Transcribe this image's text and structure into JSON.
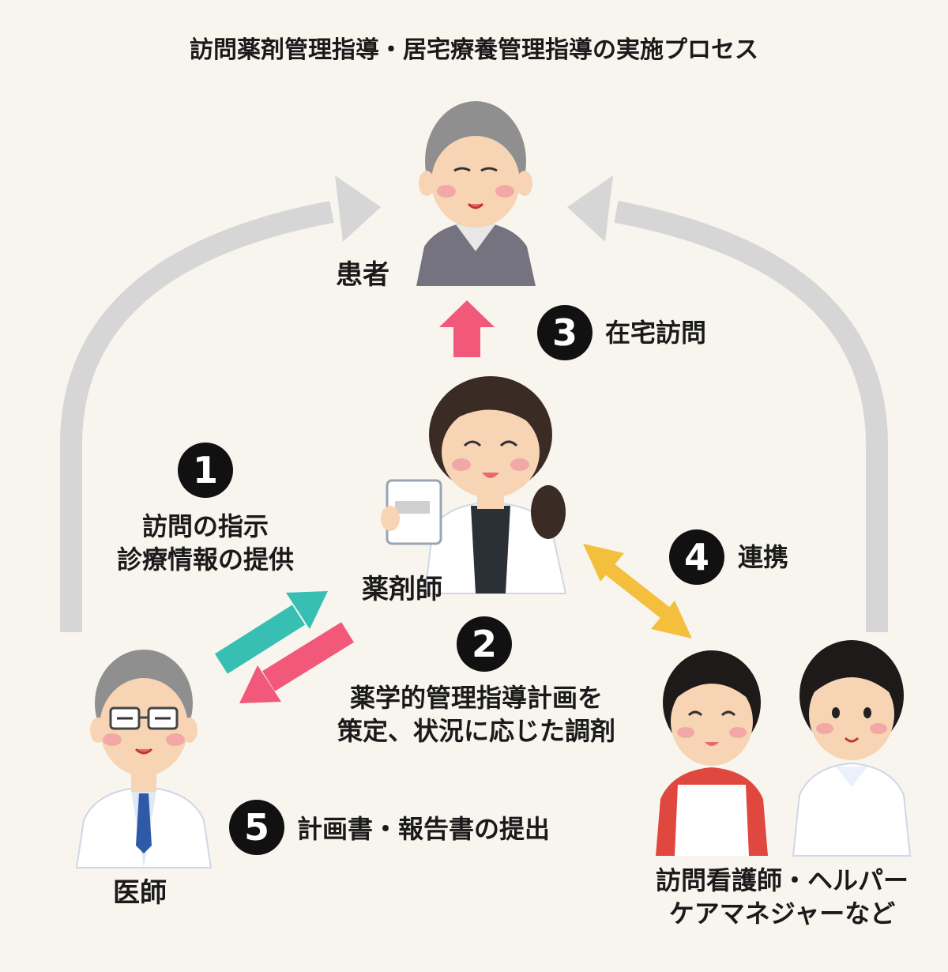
{
  "title": "訪問薬剤管理指導・居宅療養管理指導の実施プロセス",
  "nodes": {
    "patient": "患者",
    "pharmacist": "薬剤師",
    "doctor": "医師",
    "care_team_line1": "訪問看護師・ヘルパー",
    "care_team_line2": "ケアマネジャーなど"
  },
  "steps": [
    {
      "number": "1",
      "line1": "訪問の指示",
      "line2": "診療情報の提供"
    },
    {
      "number": "2",
      "line1": "薬学的管理指導計画を",
      "line2": "策定、状況に応じた調剤"
    },
    {
      "number": "3",
      "label": "在宅訪問"
    },
    {
      "number": "4",
      "label": "連携"
    },
    {
      "number": "5",
      "label": "計画書・報告書の提出"
    }
  ],
  "colors": {
    "background": "#f8f5ef",
    "gray_arrow": "#d6d6d6",
    "pink_arrow": "#f2587a",
    "teal_arrow": "#36bfb2",
    "yellow_arrow": "#f4bf3c",
    "badge": "#111111"
  },
  "icons": [
    "patient-illustration",
    "pharmacist-illustration",
    "doctor-illustration",
    "nurse-illustration",
    "helper-illustration"
  ]
}
